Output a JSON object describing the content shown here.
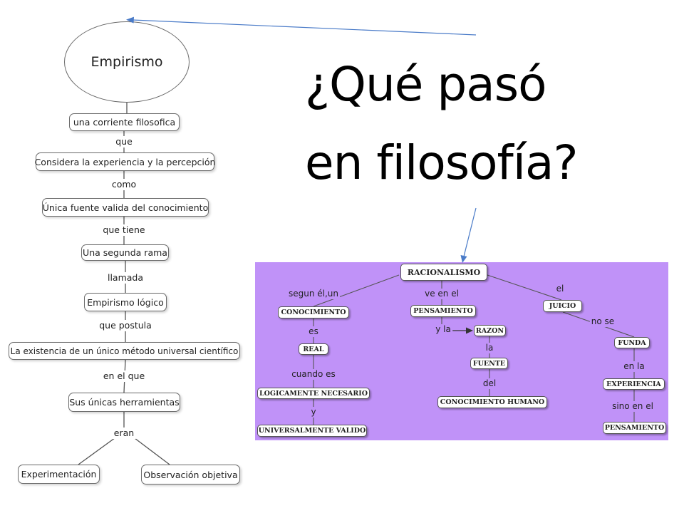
{
  "title": "¿Qué pasó en filosofía?",
  "title_lines": [
    "¿Qué pasó",
    "en filosofía?"
  ],
  "empirismo": {
    "root": "Empirismo",
    "nodes": [
      "una corriente filosofica",
      "Considera la experiencia y la percepción",
      "Única fuente valida del conocimiento",
      "Una segunda rama",
      "Empirismo lógico",
      "La existencia de un único método universal científico",
      "Sus únicas herramientas",
      "Experimentación",
      "Observación objetiva"
    ],
    "links": [
      "que",
      "como",
      "que tiene",
      "llamada",
      "que postula",
      "en el que",
      "eran"
    ]
  },
  "racionalismo": {
    "background_color": "#c092f8",
    "root": "RACIONALISMO",
    "nodes": [
      "CONOCIMIENTO",
      "REAL",
      "LOGICAMENTE NECESARIO",
      "UNIVERSALMENTE VALIDO",
      "PENSAMIENTO",
      "RAZON",
      "FUENTE",
      "CONOCIMIENTO HUMANO",
      "JUICIO",
      "FUNDA",
      "EXPERIENCIA",
      "PENSAMIENTO"
    ],
    "links": [
      "segun él,un",
      "es",
      "cuando es",
      "y",
      "ve en el",
      "y la",
      "la",
      "del",
      "el",
      "no se",
      "en la",
      "sino en el"
    ]
  },
  "arrow_color": "#4a7bc8"
}
